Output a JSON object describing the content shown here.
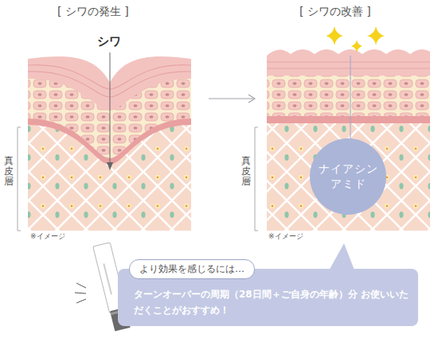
{
  "diagram": {
    "nodes": [
      {
        "text": [
          "ナイアシン アミド"
        ]
      },
      {
        "text": [
          "ターンオーバーの周期（28日間＋ご自身の年齢）分 お使いいただくことがおすすめ！"
        ]
      },
      {
        "text": [
          "より効果を感じるには…"
        ],
        "in": 1
      }
    ],
    "labels": [
      "[ シワの発生 ]",
      "シワ",
      "真皮層",
      "※イメージ",
      "[ シワの改善 ]",
      "真皮層",
      "※イメージ"
    ]
  }
}
